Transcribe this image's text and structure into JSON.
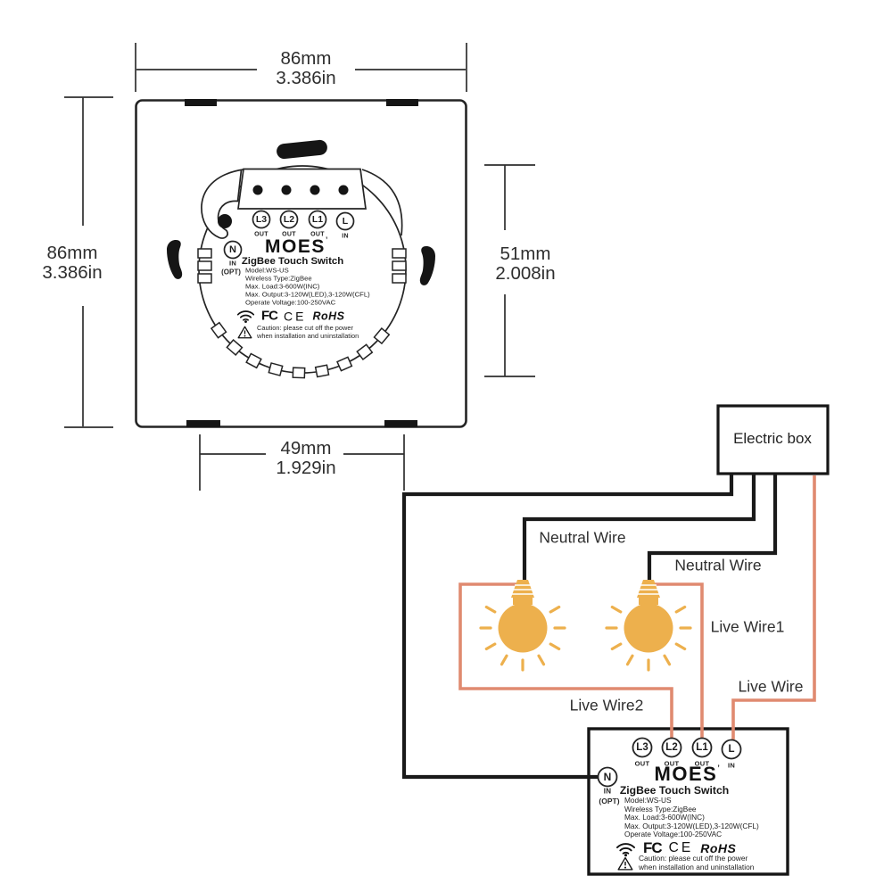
{
  "colors": {
    "line": "#2a2a2a",
    "neutral_wire": "#1a1a1a",
    "live_wire": "#e08a70",
    "bulb": "#edb04d"
  },
  "dimensions": {
    "top_width_mm": "86mm",
    "top_width_in": "3.386in",
    "left_height_mm": "86mm",
    "left_height_in": "3.386in",
    "right_height_mm": "51mm",
    "right_height_in": "2.008in",
    "bottom_width_mm": "49mm",
    "bottom_width_in": "1.929in"
  },
  "terminals": {
    "l3": "L3",
    "l2": "L2",
    "l1": "L1",
    "l": "L",
    "n": "N",
    "out": "OUT",
    "in": "IN",
    "opt": "(OPT)"
  },
  "label": {
    "brand": "MOES",
    "brand_mark": "’",
    "product": "ZigBee Touch Switch",
    "model": "Model:WS-US",
    "wireless": "Wireless Type:ZigBee",
    "max_load": "Max. Load:3-600W(INC)",
    "max_output": "Max. Output:3-120W(LED),3-120W(CFL)",
    "voltage": "Operate Voltage:100-250VAC",
    "fcc": "FC",
    "ce": "CE",
    "rohs": "RoHS",
    "caution1": "Caution: please cut off the power",
    "caution2": "when installation and uninstallation"
  },
  "wiring": {
    "electric_box": "Electric box",
    "neutral_wire_left": "Neutral Wire",
    "neutral_wire_right": "Neutral Wire",
    "live_wire1": "Live Wire1",
    "live_wire": "Live Wire",
    "live_wire2": "Live Wire2"
  }
}
